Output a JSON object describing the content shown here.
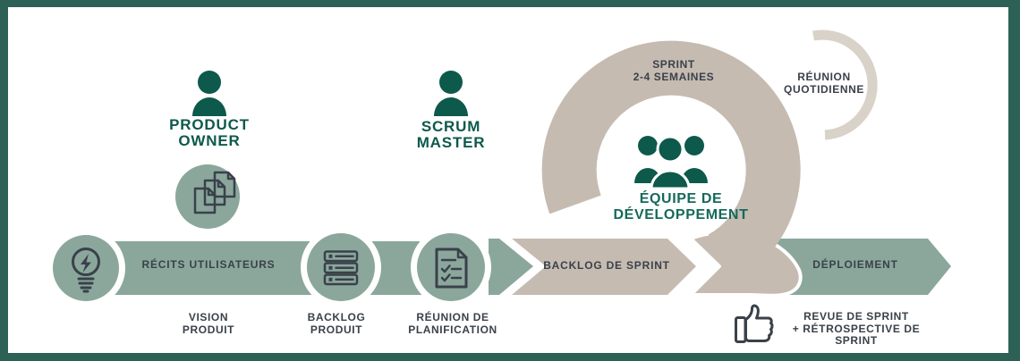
{
  "diagram": {
    "roles": {
      "product_owner": "PRODUCT\nOWNER",
      "scrum_master": "SCRUM\nMASTER",
      "dev_team": "ÉQUIPE DE\nDÉVELOPPEMENT"
    },
    "loop": {
      "sprint": "SPRINT\n2-4 SEMAINES",
      "daily_meeting": "RÉUNION\nQUOTIDIENNE"
    },
    "flow": {
      "user_stories": "RÉCITS UTILISATEURS",
      "sprint_backlog": "BACKLOG DE SPRINT",
      "deployment": "DÉPLOIEMENT"
    },
    "milestones": {
      "vision": "VISION\nPRODUIT",
      "product_backlog": "BACKLOG\nPRODUIT",
      "planning_meeting": "RÉUNION DE\nPLANIFICATION",
      "review": "REVUE DE SPRINT\n+ RÉTROSPECTIVE DE SPRINT"
    },
    "icons": {
      "product_owner": "person-icon",
      "scrum_master": "person-icon",
      "dev_team": "team-icon",
      "vision": "lightbulb-icon",
      "user_stories": "documents-stack-icon",
      "product_backlog": "server-stack-icon",
      "planning_meeting": "checklist-document-icon",
      "review": "thumbs-up-icon",
      "sprint": "loop-arrow",
      "daily_meeting": "loop-ring"
    },
    "colors": {
      "frame": "#2d6156",
      "dark_green": "#0d594b",
      "teal_text": "#15695a",
      "sage": "#8ba79c",
      "taupe": "#c5bbb1",
      "light_beige": "#d9d2c9",
      "charcoal": "#3a414a",
      "background": "#ffffff"
    }
  }
}
